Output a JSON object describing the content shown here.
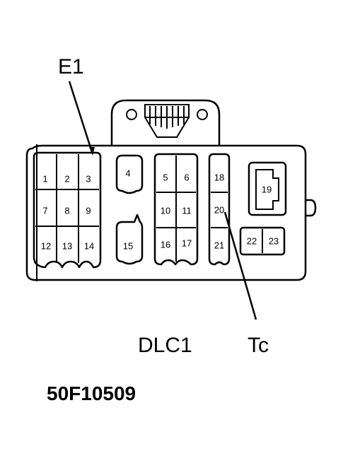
{
  "labels": {
    "e1": "E1",
    "dlc1": "DLC1",
    "tc": "Tc",
    "code": "50F10509"
  },
  "pins": [
    "1",
    "2",
    "3",
    "4",
    "5",
    "6",
    "7",
    "8",
    "9",
    "10",
    "11",
    "12",
    "13",
    "14",
    "15",
    "16",
    "17",
    "18",
    "19",
    "20",
    "21",
    "22",
    "23"
  ],
  "colors": {
    "line": "#000000",
    "background": "#ffffff"
  }
}
